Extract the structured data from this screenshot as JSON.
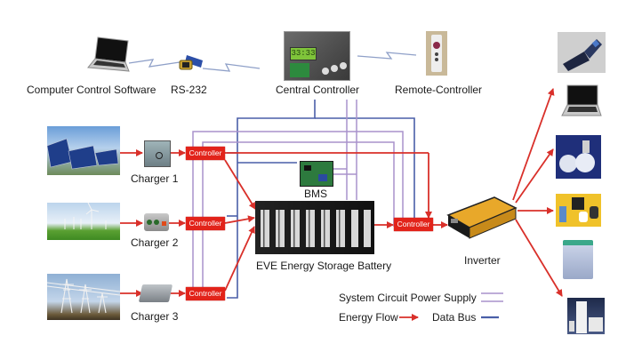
{
  "top": {
    "computer_label": "Computer Control Software",
    "rs232_label": "RS-232",
    "central_label": "Central Controller",
    "central_display": "33:33",
    "remote_label": "Remote-Controller"
  },
  "sources": [
    {
      "name": "solar-panel",
      "charger_label": "Charger 1",
      "controller_label": "Controller"
    },
    {
      "name": "wind-turbine",
      "charger_label": "Charger 2",
      "controller_label": "Controller"
    },
    {
      "name": "power-grid",
      "charger_label": "Charger 3",
      "controller_label": "Controller"
    }
  ],
  "center": {
    "bms_label": "BMS",
    "battery_label": "EVE Energy Storage Battery",
    "output_controller_label": "Controller"
  },
  "inverter": {
    "label": "Inverter"
  },
  "loads": [
    "mobile-phone",
    "laptop",
    "light-bulbs",
    "home-appliances",
    "washing-machine",
    "air-conditioner"
  ],
  "legend": {
    "power_supply_label": "System Circuit Power Supply",
    "energy_flow_label": "Energy Flow",
    "data_bus_label": "Data Bus"
  },
  "colors": {
    "energy_flow": "#d9302a",
    "data_bus": "#4a5fa8",
    "power_supply": "#a892cc",
    "controller_bg": "#e2231a"
  }
}
